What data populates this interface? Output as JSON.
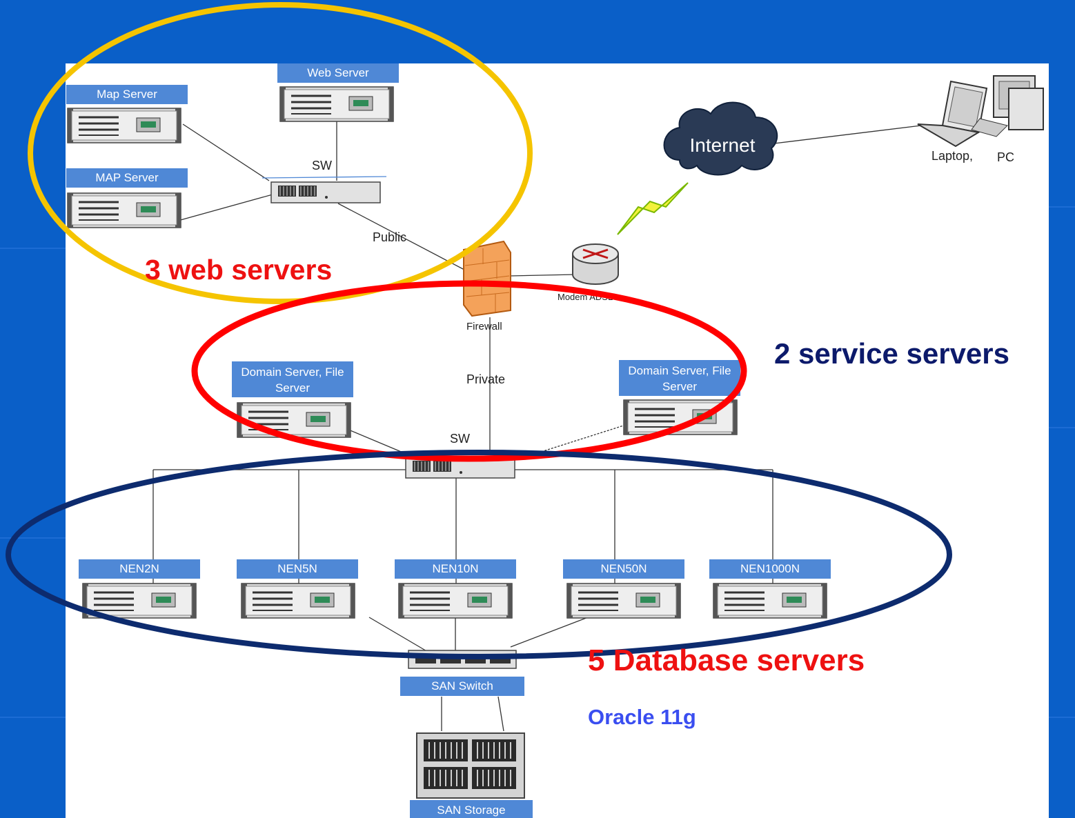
{
  "labels": {
    "map_server_1": "Map Server",
    "web_server": "Web Server",
    "map_server_2": "MAP Server",
    "sw_top": "SW",
    "public": "Public",
    "internet": "Internet",
    "laptop": "Laptop,",
    "pc": "PC",
    "modem": "Modem ADSL",
    "firewall": "Firewall",
    "private": "Private",
    "domain_left_1": "Domain Server, File",
    "domain_left_2": "Server",
    "domain_right_1": "Domain Server, File",
    "domain_right_2": "Server",
    "sw_mid": "SW",
    "db": [
      "NEN2N",
      "NEN5N",
      "NEN10N",
      "NEN50N",
      "NEN1000N"
    ],
    "san_switch": "SAN Switch",
    "san_storage": "SAN Storage"
  },
  "annotations": {
    "web": "3 web servers",
    "service": "2 service servers",
    "database": "5 Database servers",
    "oracle": "Oracle 11g"
  },
  "colors": {
    "background": "#0a5fc8",
    "label_box": "#4f88d6",
    "ellipse_web": "#f5c400",
    "ellipse_service": "#ff0000",
    "ellipse_db": "#0d2b6e",
    "annotation_red": "#ee1111",
    "annotation_navy": "#0c1a6b",
    "annotation_blue": "#3a4ef0"
  }
}
